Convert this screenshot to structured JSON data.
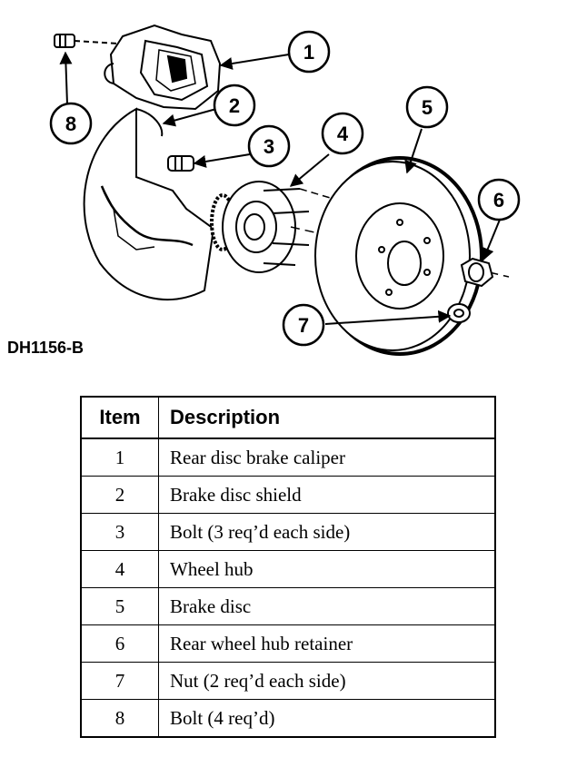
{
  "figure_code": "DH1156-B",
  "callouts": [
    "1",
    "2",
    "3",
    "4",
    "5",
    "6",
    "7",
    "8"
  ],
  "table": {
    "headers": {
      "item": "Item",
      "description": "Description"
    },
    "rows": [
      {
        "item": "1",
        "description": "Rear disc brake caliper"
      },
      {
        "item": "2",
        "description": "Brake disc shield"
      },
      {
        "item": "3",
        "description": "Bolt (3 req’d each side)"
      },
      {
        "item": "4",
        "description": "Wheel hub"
      },
      {
        "item": "5",
        "description": "Brake disc"
      },
      {
        "item": "6",
        "description": "Rear wheel hub retainer"
      },
      {
        "item": "7",
        "description": "Nut (2 req’d each side)"
      },
      {
        "item": "8",
        "description": "Bolt (4 req’d)"
      }
    ]
  }
}
